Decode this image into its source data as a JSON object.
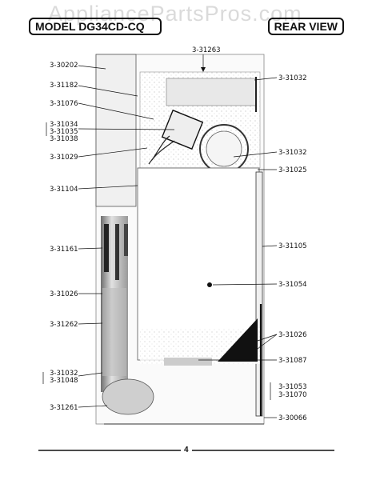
{
  "watermark": "AppliancePartsPros.com",
  "header": {
    "model": "MODEL DG34CD-CQ",
    "view": "REAR VIEW"
  },
  "callouts": {
    "c_31263": "3-31263",
    "c_30202": "3-30202",
    "c_31182": "3-31182",
    "c_31032_top": "3-31032",
    "c_31076": "3-31076",
    "c_31034": "3-31034",
    "c_31035": "3-31035",
    "c_31038": "3-31038",
    "c_31029": "3-31029",
    "c_31032_mid": "3-31032",
    "c_31025": "3-31025",
    "c_31104": "3-31104",
    "c_31161": "3-31161",
    "c_31105": "3-31105",
    "c_31054": "3-31054",
    "c_31026_left": "3-31026",
    "c_31262": "3-31262",
    "c_31026_right": "3-31026",
    "c_31087": "3-31087",
    "c_31032_low": "3-31032",
    "c_31048": "3-31048",
    "c_31053": "3-31053",
    "c_31070": "3-31070",
    "c_31261": "3-31261",
    "c_30066": "3-30066"
  },
  "footer": {
    "page_number": "4"
  }
}
